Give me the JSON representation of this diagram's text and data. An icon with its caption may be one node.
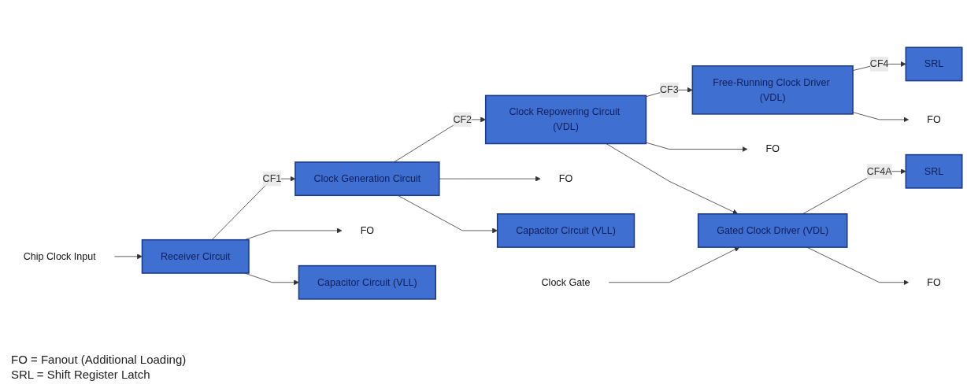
{
  "diagram": {
    "nodes": [
      {
        "text": [
          "Chip Clock Input"
        ]
      },
      {
        "text": [
          "Receiver Circuit"
        ]
      },
      {
        "text": [
          "Clock Generation Circuit"
        ]
      },
      {
        "text": [
          "Clock Repowering Circuit (VDL)"
        ]
      },
      {
        "text": [
          "Free-Running Clock Driver (VDL)"
        ]
      },
      {
        "text": [
          "SRL"
        ]
      },
      {
        "text": [
          "FO"
        ]
      },
      {
        "text": [
          "FO"
        ]
      },
      {
        "text": [
          "FO"
        ]
      },
      {
        "text": [
          "FO"
        ]
      },
      {
        "text": [
          "Capacitor Circuit (VLL)"
        ]
      },
      {
        "text": [
          "Capacitor Circuit (VLL)"
        ]
      },
      {
        "text": [
          "Gated Clock Driver (VDL)"
        ]
      },
      {
        "text": [
          "SRL"
        ]
      },
      {
        "text": [
          "Clock Gate"
        ]
      },
      {
        "text": [
          "FO"
        ]
      }
    ],
    "edges": [
      {
        "from": 0,
        "to": 1,
        "arrow": "to"
      },
      {
        "from": 1,
        "to": 2,
        "label": "CF1",
        "arrow": "to"
      },
      {
        "from": 1,
        "to": 6,
        "arrow": "to"
      },
      {
        "from": 1,
        "to": 10,
        "arrow": "to"
      },
      {
        "from": 2,
        "to": 3,
        "label": "CF2",
        "arrow": "to"
      },
      {
        "from": 2,
        "to": 7,
        "arrow": "to"
      },
      {
        "from": 2,
        "to": 11,
        "arrow": "to"
      },
      {
        "from": 3,
        "to": 4,
        "label": "CF3",
        "arrow": "to"
      },
      {
        "from": 3,
        "to": 8,
        "arrow": "to"
      },
      {
        "from": 3,
        "to": 12,
        "arrow": "to"
      },
      {
        "from": 4,
        "to": 5,
        "label": "CF4",
        "arrow": "to"
      },
      {
        "from": 4,
        "to": 9,
        "arrow": "to"
      },
      {
        "from": 12,
        "to": 13,
        "label": "CF4A",
        "arrow": "to"
      },
      {
        "from": 12,
        "to": 15,
        "arrow": "to"
      },
      {
        "from": 14,
        "to": 12,
        "arrow": "to"
      }
    ],
    "labels": [
      "FO = Fanout (Additional Loading)",
      "SRL = Shift Register Latch"
    ]
  }
}
